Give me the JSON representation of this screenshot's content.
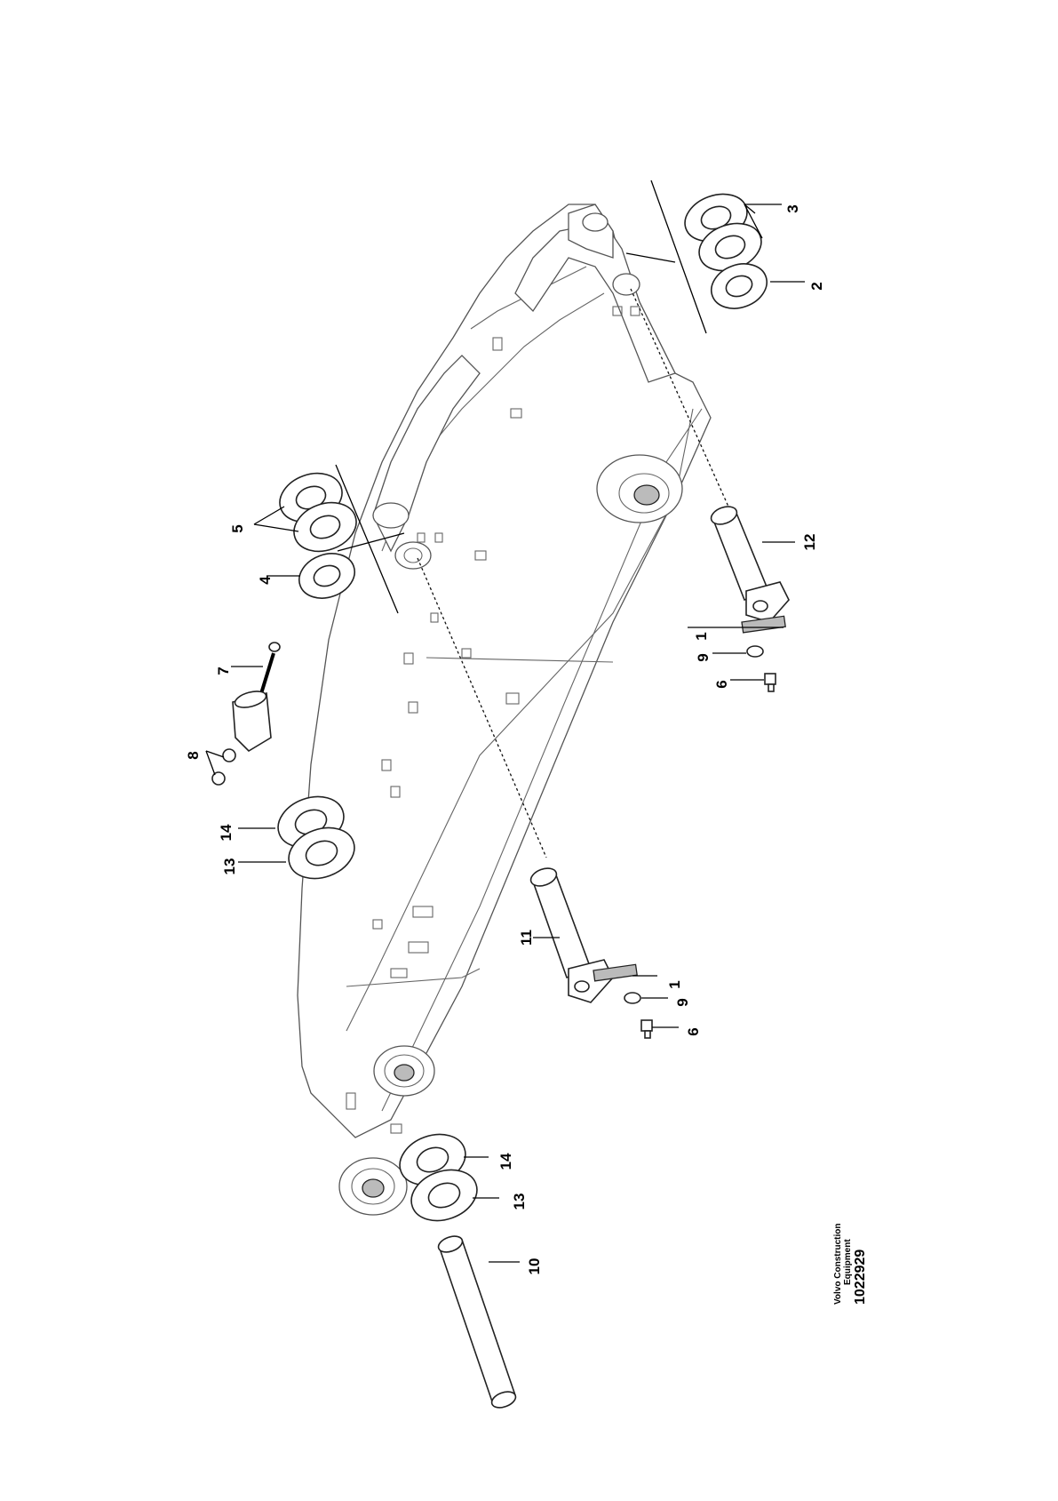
{
  "figure": {
    "callouts": [
      {
        "id": "c1a",
        "label": "1"
      },
      {
        "id": "c1b",
        "label": "1"
      },
      {
        "id": "c2",
        "label": "2"
      },
      {
        "id": "c3",
        "label": "3"
      },
      {
        "id": "c4",
        "label": "4"
      },
      {
        "id": "c5",
        "label": "5"
      },
      {
        "id": "c6a",
        "label": "6"
      },
      {
        "id": "c6b",
        "label": "6"
      },
      {
        "id": "c7",
        "label": "7"
      },
      {
        "id": "c8",
        "label": "8"
      },
      {
        "id": "c9a",
        "label": "9"
      },
      {
        "id": "c9b",
        "label": "9"
      },
      {
        "id": "c10",
        "label": "10"
      },
      {
        "id": "c11",
        "label": "11"
      },
      {
        "id": "c12",
        "label": "12"
      },
      {
        "id": "c13a",
        "label": "13"
      },
      {
        "id": "c13b",
        "label": "13"
      },
      {
        "id": "c14a",
        "label": "14"
      },
      {
        "id": "c14b",
        "label": "14"
      }
    ]
  },
  "caption": {
    "line1": "Volvo Construction",
    "line2": "Equipment",
    "number": "1022929"
  }
}
